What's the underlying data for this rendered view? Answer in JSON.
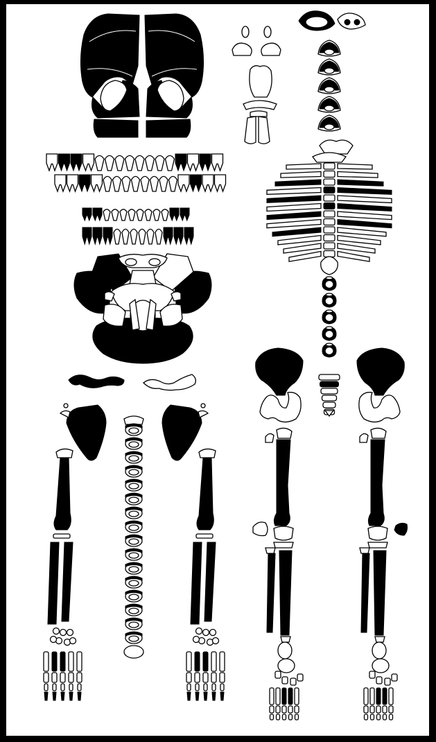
{
  "figure": {
    "background": "#000000",
    "panel_color": "#ffffff",
    "ink_color": "#000000",
    "has_text": false,
    "groups": [
      "skull",
      "mandible",
      "ear-ossicles",
      "hyoid",
      "upper-teeth",
      "lower-teeth",
      "cervical-vertebrae",
      "thoracic-vertebrae",
      "ribs",
      "lumbar-vertebrae",
      "sacrum-coccyx",
      "cranial-base",
      "clavicles",
      "scapulae",
      "spinal-column-chain",
      "humeri",
      "forearm-bones",
      "hand-bones",
      "ilium",
      "ischium-pubis",
      "femurs",
      "patellae",
      "lower-leg-bones",
      "foot-bones"
    ]
  }
}
